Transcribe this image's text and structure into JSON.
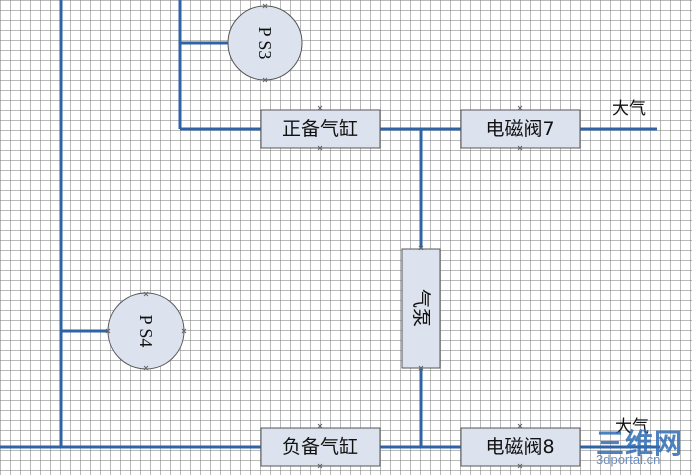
{
  "diagram": {
    "nodes": {
      "ps3": "P S3",
      "ps4": "P S4",
      "pos_cylinder": "正备气缸",
      "neg_cylinder": "负备气缸",
      "valve7": "电磁阀7",
      "valve8": "电磁阀8",
      "pump": "气泵",
      "atm_top": "大气",
      "atm_bottom": "大气"
    },
    "colors": {
      "line": "#2e63a6",
      "box_fill": "#dde3ee",
      "box_stroke": "#555555",
      "grid": "#9a9a9a"
    }
  },
  "watermark": {
    "logo": "三维网",
    "url": "3dportal.cn"
  }
}
